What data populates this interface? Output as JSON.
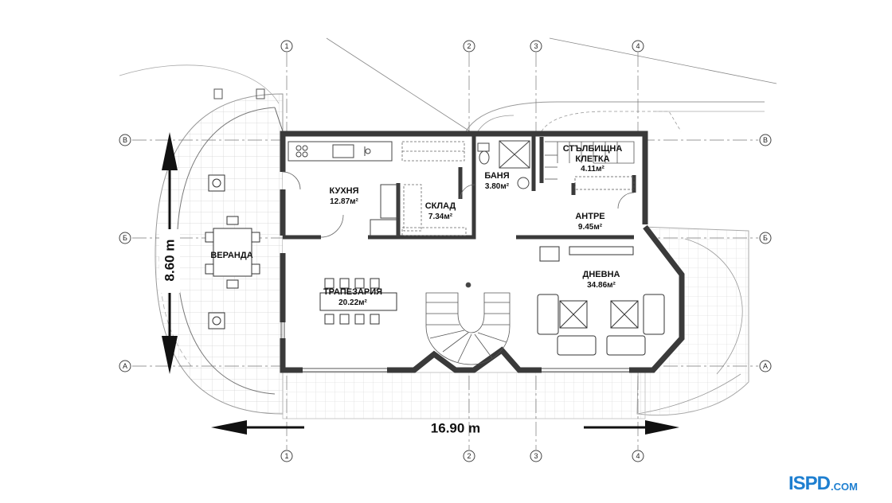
{
  "rooms": {
    "kitchen": {
      "name": "КУХНЯ",
      "area": "12.87м²"
    },
    "storage": {
      "name": "СКЛАД",
      "area": "7.34м²"
    },
    "bathroom": {
      "name": "БАНЯ",
      "area": "3.80м²"
    },
    "stairwell": {
      "name1": "СТЪЛБИЩНА",
      "name2": "КЛЕТКА",
      "area": "4.11м²"
    },
    "hall": {
      "name": "АНТРЕ",
      "area": "9.45м²"
    },
    "veranda": {
      "name": "ВЕРАНДА"
    },
    "dining": {
      "name": "ТРАПЕЗАРИЯ",
      "area": "20.22м²"
    },
    "living": {
      "name": "ДНЕВНА",
      "area": "34.86м²"
    }
  },
  "dimensions": {
    "width": "16.90 m",
    "height": "8.60 m"
  },
  "axes": {
    "columns": [
      "1",
      "2",
      "3",
      "4"
    ],
    "rows": [
      "В",
      "Б",
      "А"
    ]
  },
  "watermark": {
    "brand": "ISPD",
    "suffix": ".COM",
    "color": "#1e7fd0"
  },
  "colors": {
    "wall": "#3a3a3a",
    "wall_fill": "#8c8c8c",
    "grid": "#cfcfcf"
  }
}
